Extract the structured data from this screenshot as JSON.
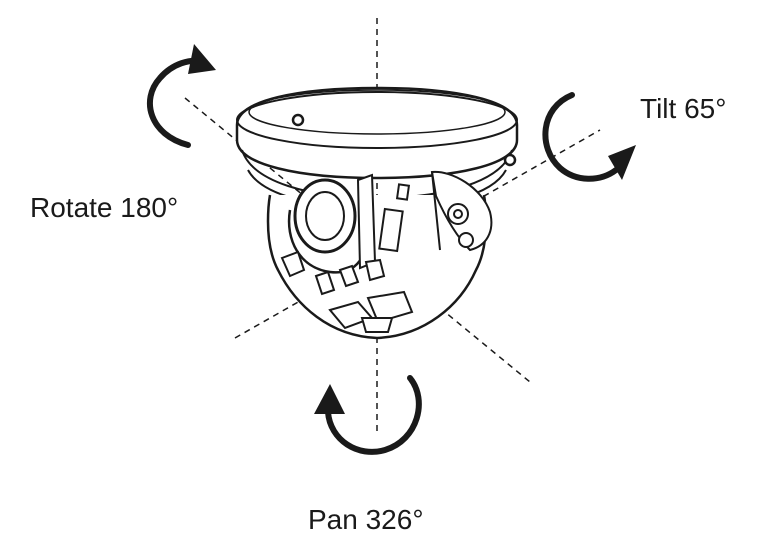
{
  "labels": {
    "rotate": "Rotate 180°",
    "tilt": "Tilt 65°",
    "pan": "Pan 326°"
  },
  "icons": {
    "rotate": "curved-arrow-clockwise-icon",
    "tilt": "curved-arrow-tilt-icon",
    "pan": "curved-arrow-pan-icon"
  },
  "colors": {
    "line": "#1a1a1a",
    "background": "#ffffff"
  }
}
